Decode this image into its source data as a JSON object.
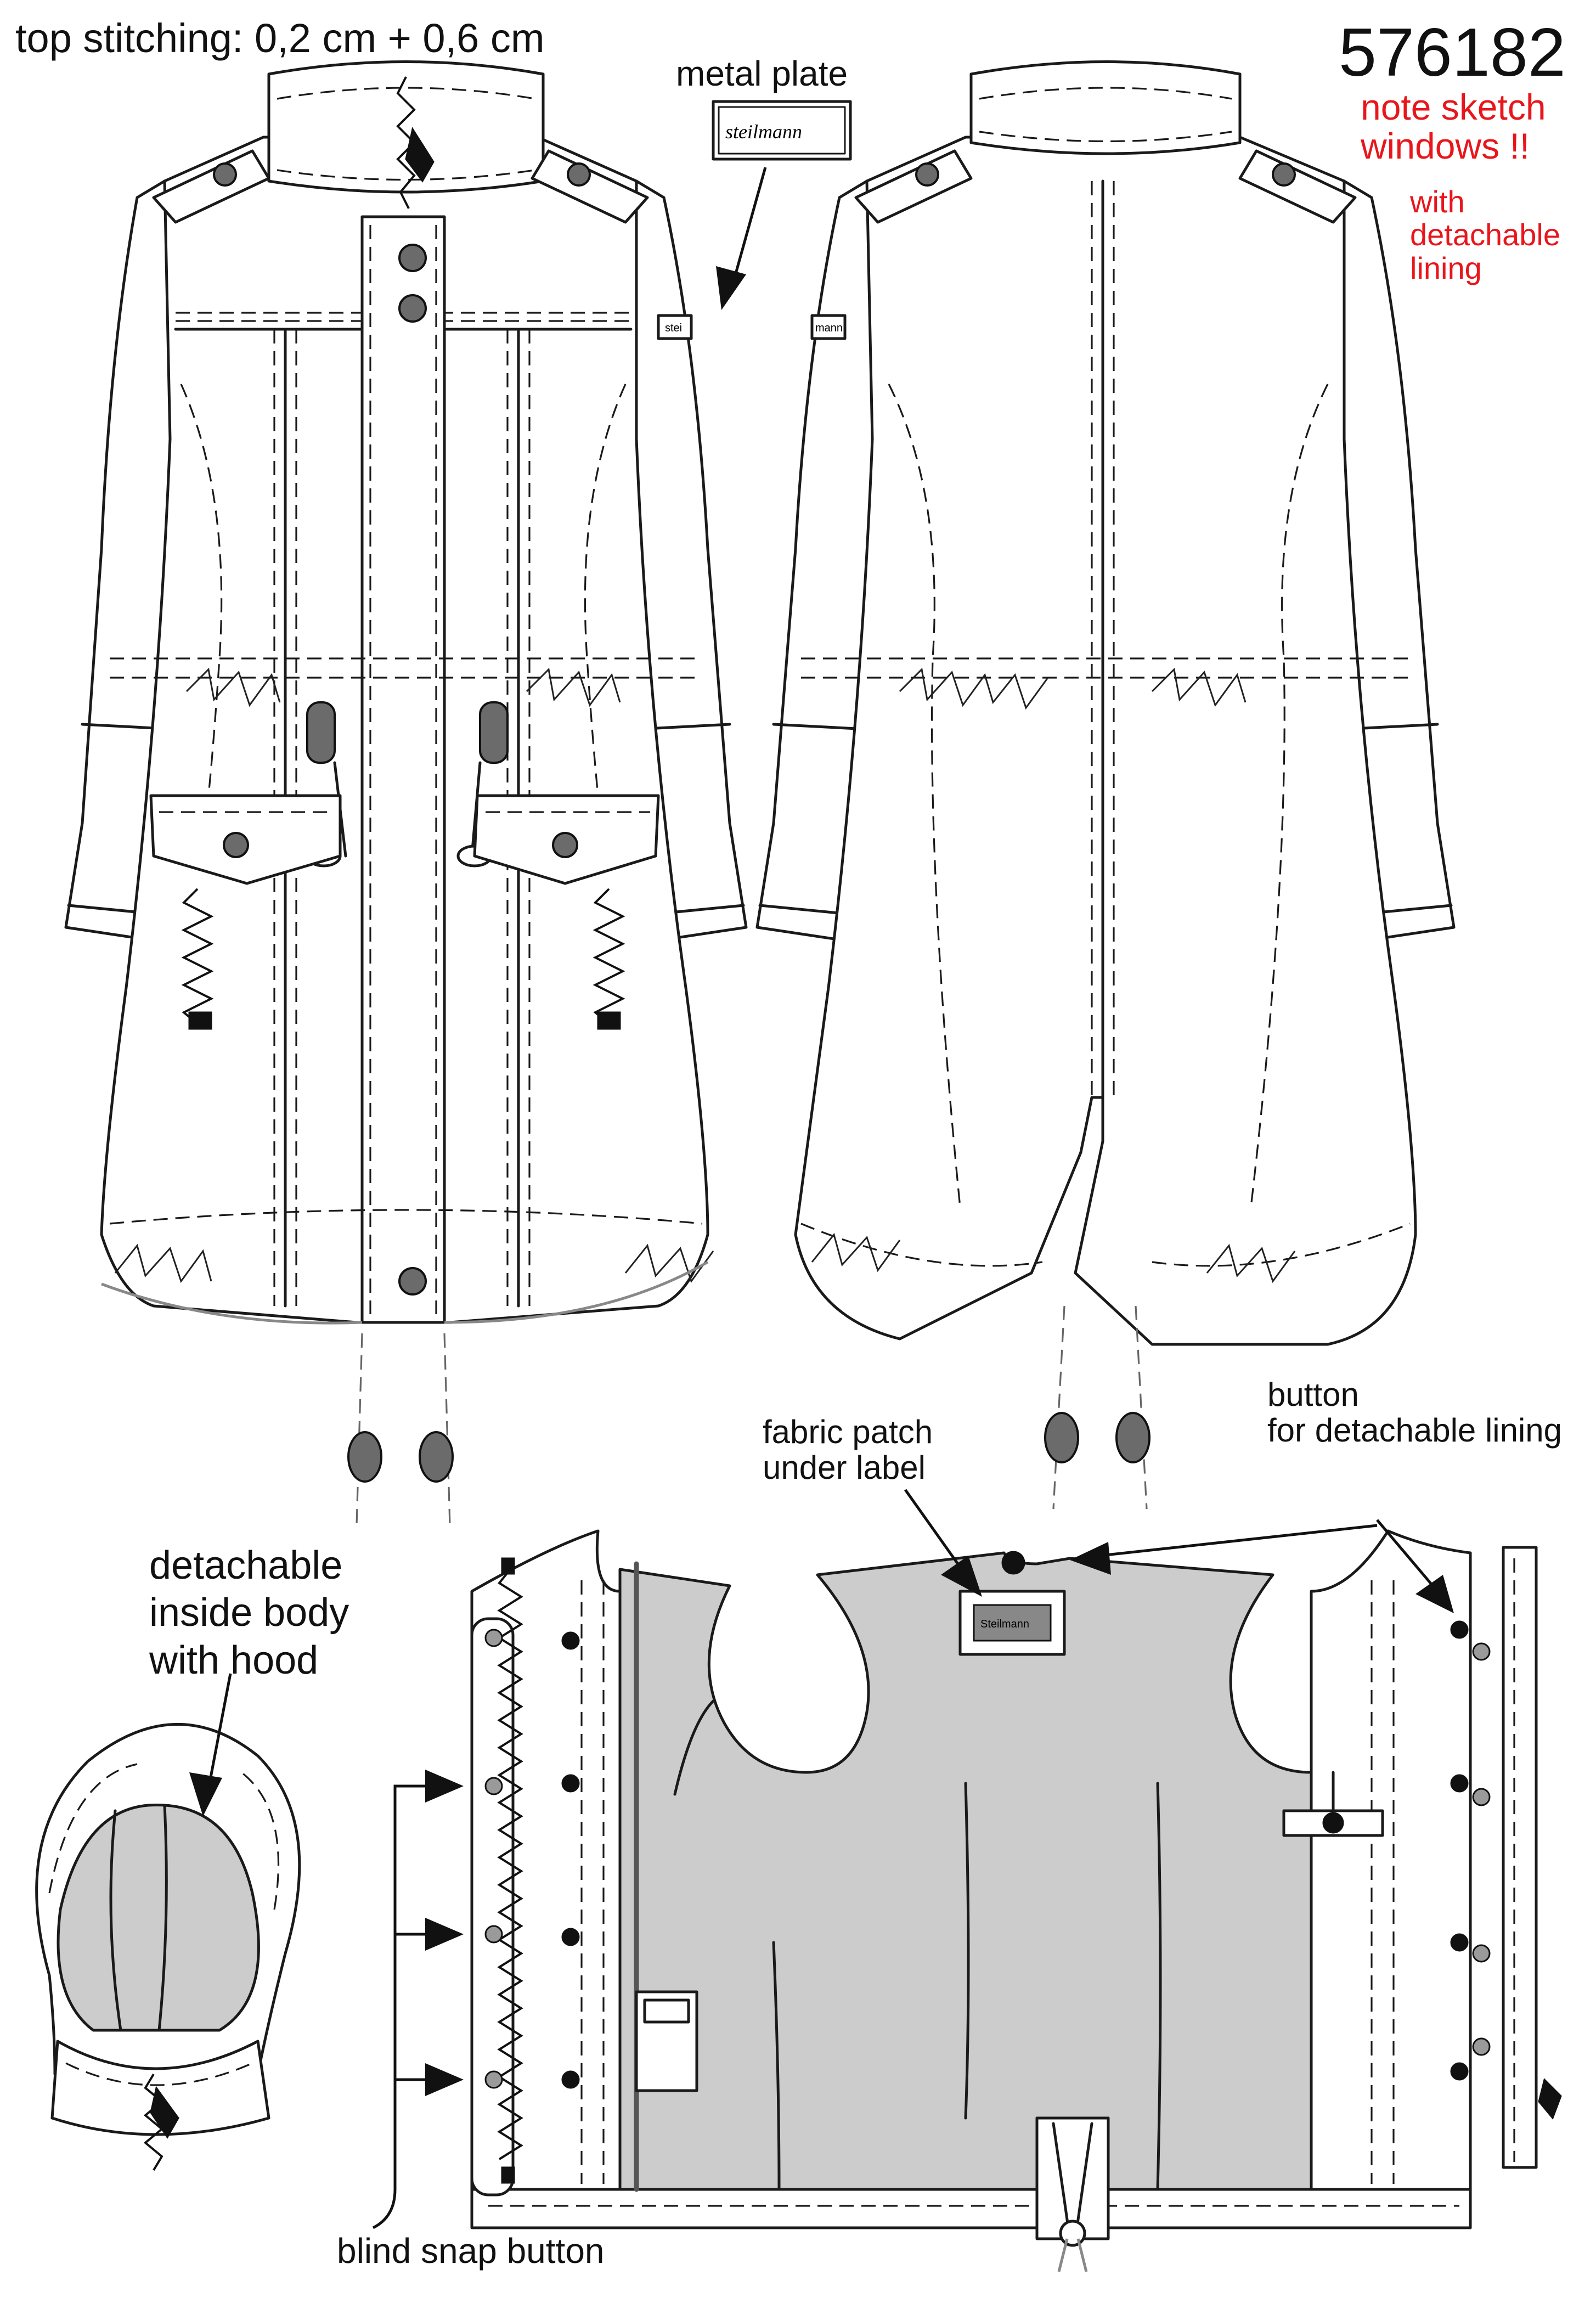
{
  "title": {
    "article_number": "576182",
    "top_stitching": "top stitching: 0,2 cm + 0,6 cm"
  },
  "notes": {
    "note_line1": "note sketch",
    "note_line2": "windows !!",
    "lining_line1": "with",
    "lining_line2": "detachable",
    "lining_line3": "lining"
  },
  "labels": {
    "metal_plate": "metal plate",
    "plate_brand": "steilmann",
    "sleeve_tag_front": "stei",
    "sleeve_tag_back": "mann",
    "fabric_patch_line1": "fabric patch",
    "fabric_patch_line2": "under label",
    "lining_label": "Steilmann",
    "button_line1": "button",
    "button_line2": "for detachable lining",
    "detachable_line1": "detachable",
    "detachable_line2": "inside body",
    "detachable_line3": "with hood",
    "blind_snap": "blind snap button"
  },
  "colors": {
    "note_red": "#e8161b",
    "lining_grey": "#cccccc",
    "button_grey": "#6b6b6b",
    "line_black": "#1a1a1a"
  },
  "icons": [
    "arrow-icon",
    "button-icon",
    "zipper-icon",
    "toggle-icon",
    "cord-stopper-icon"
  ]
}
